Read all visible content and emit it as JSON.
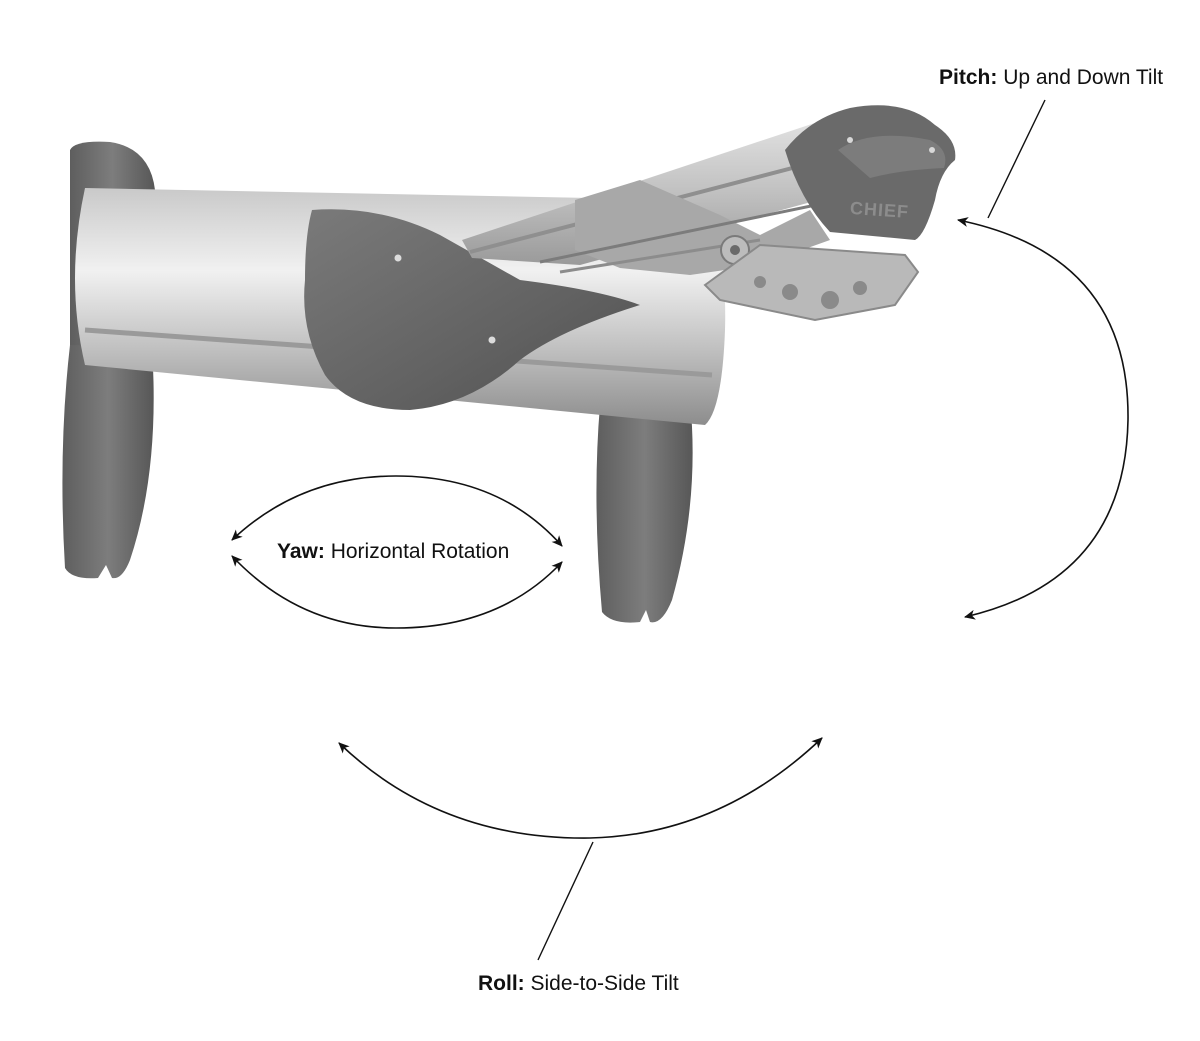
{
  "brand_text": "CHIEF",
  "labels": {
    "pitch": {
      "term": "Pitch:",
      "description": "Up and Down Tilt"
    },
    "yaw": {
      "term": "Yaw:",
      "description": "Horizontal Rotation"
    },
    "roll": {
      "term": "Roll:",
      "description": "Side-to-Side Tilt"
    }
  },
  "colors": {
    "arrow": "#111111",
    "mount_gray": "#6e6e6e",
    "tube_silver": "#d4d4d4"
  },
  "icons": [
    "pitch-arrow-icon",
    "yaw-arrow-icon",
    "roll-arrow-icon"
  ]
}
